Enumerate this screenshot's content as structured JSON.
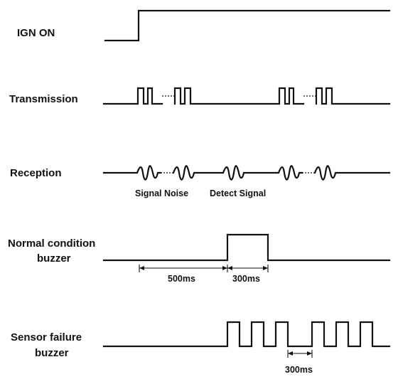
{
  "signals": {
    "ign_on": "IGN ON",
    "transmission": "Transmission",
    "reception": "Reception",
    "normal_line1": "Normal condition",
    "normal_line2": "buzzer",
    "failure_line1": "Sensor failure",
    "failure_line2": "buzzer"
  },
  "annotations": {
    "signal_noise": "Signal Noise",
    "detect_signal": "Detect Signal",
    "t_500": "500ms",
    "t_300_normal": "300ms",
    "t_300_failure": "300ms"
  },
  "colors": {
    "ink": "#111111",
    "background": "#ffffff"
  }
}
